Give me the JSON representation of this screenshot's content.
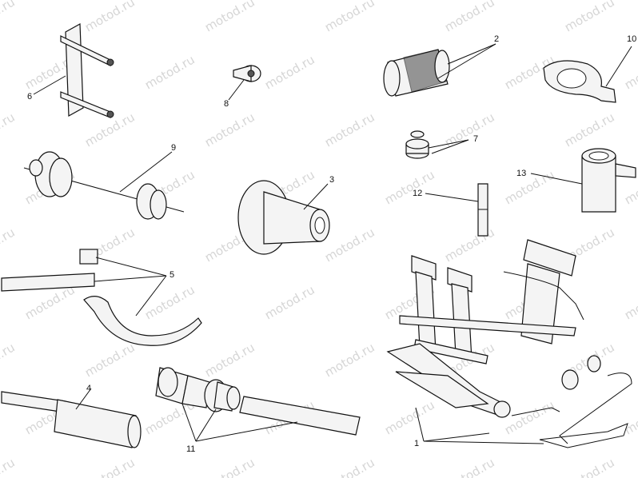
{
  "watermark_text": "motod.ru",
  "labels": {
    "l1": "1",
    "l2": "2",
    "l3": "3",
    "l4": "4",
    "l5": "5",
    "l6": "6",
    "l7": "7",
    "l8": "8",
    "l9": "9",
    "l10": "10",
    "l11": "11",
    "l12": "12",
    "l13": "13"
  }
}
